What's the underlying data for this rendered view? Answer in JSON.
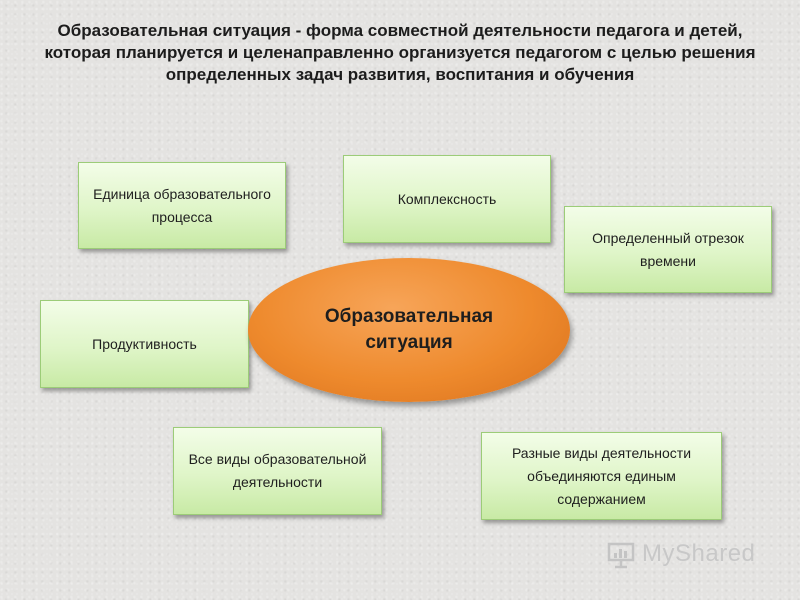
{
  "title": "Образовательная ситуация - форма совместной деятельности педагога и детей, которая планируется и целенаправленно организуется педагогом с целью решения определенных задач развития, воспитания и обучения",
  "center": "Образовательная ситуация",
  "boxes": {
    "unit": "Единица образовательного процесса",
    "complexity": "Комплексность",
    "time": "Определенный отрезок времени",
    "productivity": "Продуктивность",
    "all_types": "Все виды образовательной деятельности",
    "different_types": "Разные виды деятельности объединяются единым содержанием"
  },
  "watermark": "MyShared",
  "colors": {
    "box_fill": "#dff5c8",
    "ellipse_fill": "#ee8a2d"
  }
}
